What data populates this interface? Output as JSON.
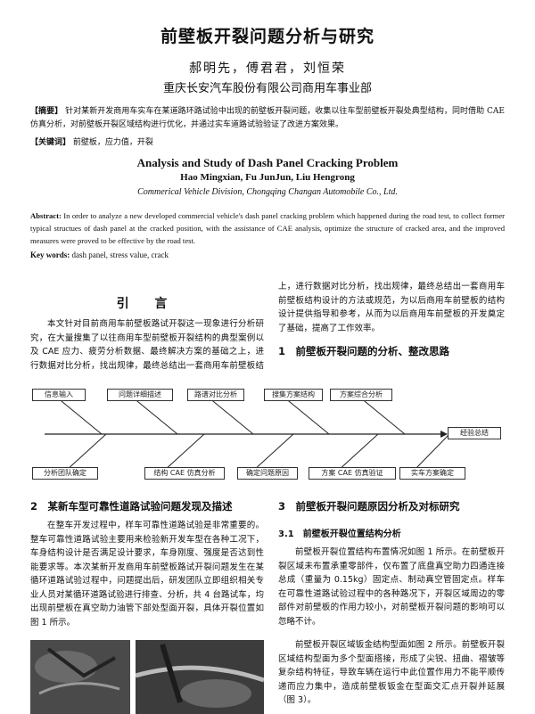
{
  "paper": {
    "title": "前壁板开裂问题分析与研究",
    "authors": "郝明先，傅君君，刘恒荣",
    "affiliation": "重庆长安汽车股份有限公司商用车事业部",
    "abstract_cn_label": "【摘要】",
    "abstract_cn": "针对某新开发商用车实车在某道路环路试验中出现的前壁板开裂问题，收集以往车型前壁板开裂处典型结构，同时借助 CAE 仿真分析，对前壁板开裂区域结构进行优化，并通过实车道路试验验证了改进方案效果。",
    "keywords_cn_label": "【关键词】",
    "keywords_cn": "前壁板，应力值，开裂",
    "title_en": "Analysis and Study of Dash Panel Cracking Problem",
    "authors_en": "Hao Mingxian, Fu JunJun, Liu Hengrong",
    "affiliation_en": "Commerical Vehicle Division, Chongqing Changan Automobile Co., Ltd.",
    "abstract_en_label": "Abstract:",
    "abstract_en": "In order to analyze a new developed commercial vehicle's dash panel cracking problem which happened during the road test, to collect former typical structues of dash panel at the cracked position, with the assistance of CAE analysis, optimize the structure of cracked area, and the improved measures were proved to be effective by the road test.",
    "keywords_en_label": "Key words:",
    "keywords_en": "dash panel, stress value, crack"
  },
  "intro": {
    "heading": "引 言",
    "para": "本文针对目前商用车前壁板路试开裂这一现象进行分析研究，在大量搜集了以往商用车型前壁板开裂结构的典型案例以及 CAE 应力、疲劳分析数据、最终解决方案的基础之上，进行数据对比分析，找出规律，最终总结出一套商用车前壁板结构设计的方法或规范，为以后商用车前壁板的结构设计提供指导和参考，从而为以后商用车前壁板的开发奠定了基础，提高了工作效率。"
  },
  "sec1": {
    "heading": "1　前壁板开裂问题的分析、整改思路"
  },
  "diagram": {
    "top_boxes": [
      "信息输入",
      "问题详细描述",
      "路谱对比分析",
      "搜集方案结构",
      "方案综合分析"
    ],
    "bottom_boxes": [
      "分析团队确定",
      "结构 CAE 仿真分析",
      "确定问题原因",
      "方案 CAE 仿真验证",
      "实车方案确定"
    ],
    "end_box": "经验总结"
  },
  "sec2": {
    "heading": "2　某新车型可靠性道路试验问题发现及描述",
    "para": "在整车开发过程中，样车可靠性道路试验是非常重要的。整车可靠性道路试验主要用来检验新开发车型在各种工况下，车身结构设计是否满足设计要求，车身刚度、强度是否达到性能要求等。本次某新开发商用车前壁板路试开裂问题发生在某循环道路试验过程中，问题提出后，研发团队立即组织相关专业人员对某循环道路试验进行排查、分析，共 4 台路试车，均出现前壁板在真空助力油管下部处型面开裂，具体开裂位置如图 1 所示。"
  },
  "sec3": {
    "heading": "3　前壁板开裂问题原因分析及对标研究",
    "sub": "3.1　前壁板开裂位置结构分析",
    "para1": "前壁板开裂位置结构布置情况如图 1 所示。在前壁板开裂区域未布置承重零部件，仅布置了底盘真空助力四通连接总成（重量为 0.15kg）固定点、制动真空管固定点。样车在可靠性道路试验过程中的各种路况下，开裂区域周边的零部件对前壁板的作用力较小，对前壁板开裂问题的影响可以忽略不计。",
    "para2": "前壁板开裂区域钣金结构型面如图 2 所示。前壁板开裂区域结构型面为多个型面搭接，形成了尖锐、扭曲、褶皱等复杂结构特征，导致车辆在运行中此位置作用力不能平顺传递而应力集中，造成前壁板钣金在型面交汇点开裂并延展（图 3）。"
  }
}
